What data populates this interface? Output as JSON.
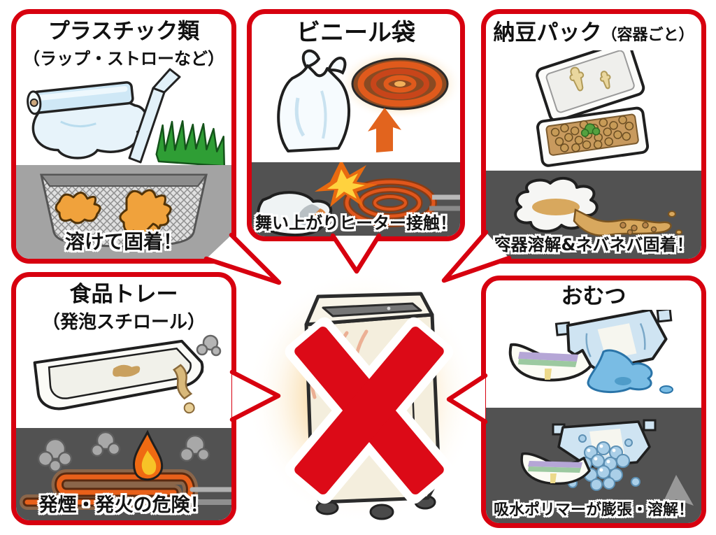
{
  "figure": {
    "topic": "items-not-to-put-in-food-waste-disposer",
    "center_icon": "food-waste-disposer-with-prohibition-x"
  },
  "colors": {
    "panel_border": "#d7000f",
    "caption_band_dark": "#525252",
    "caption_band_light": "#a3a3a3",
    "prohibition_x": "#dc0a17",
    "glow": "#f2a642"
  },
  "panels": [
    {
      "name": "plastics",
      "title": "プラスチック類",
      "subtitle": "（ラップ・ストローなど）",
      "caption": "溶けて固着！"
    },
    {
      "name": "vinyl-bag",
      "title": "ビニール袋",
      "caption": "舞い上がりヒーター接触！"
    },
    {
      "name": "natto-pack",
      "title": "納豆パック",
      "title_note": "（容器ごと）",
      "caption": "容器溶解&ネバネバ固着！"
    },
    {
      "name": "food-tray",
      "title": "食品トレー",
      "subtitle": "（発泡スチロール）",
      "caption": "発煙・発火の危険！"
    },
    {
      "name": "diaper",
      "title": "おむつ",
      "caption": "吸水ポリマーが膨張・溶解！"
    }
  ]
}
